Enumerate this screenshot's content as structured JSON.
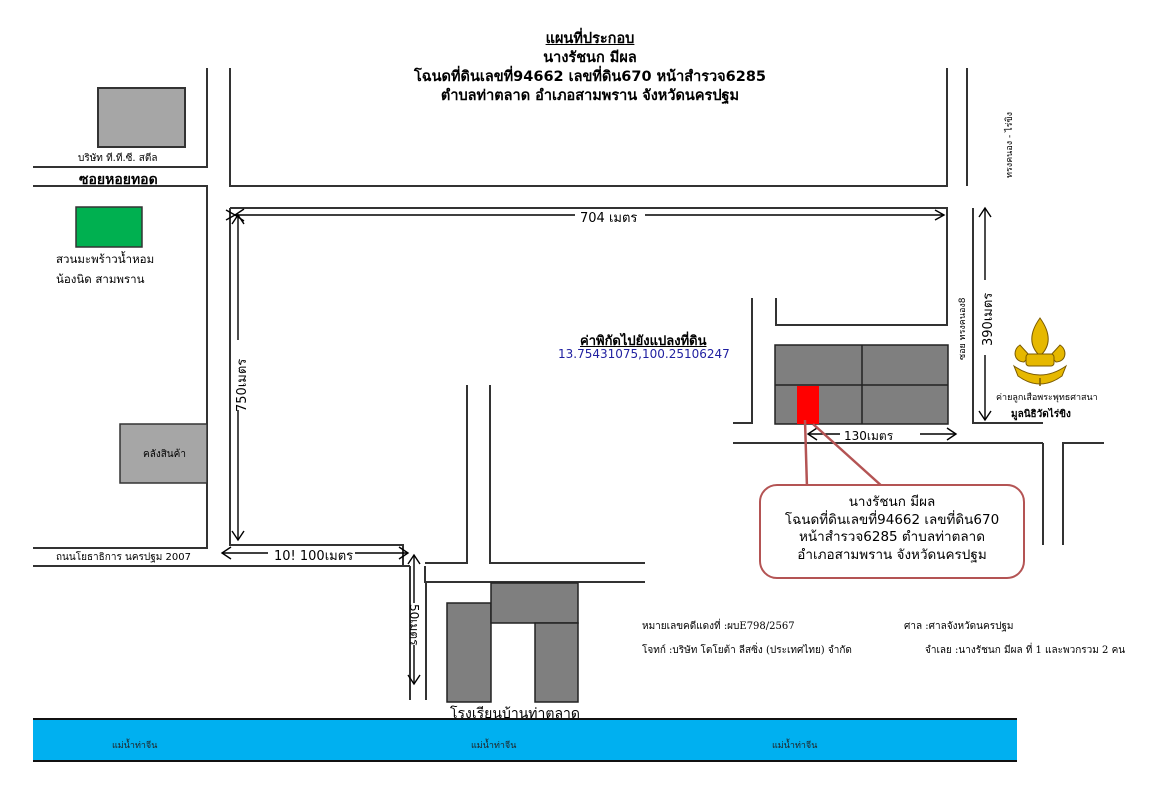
{
  "title": {
    "heading": "แผนที่ประกอบ",
    "owner": "นางรัชนก มีผล",
    "deed_line": "โฉนดที่ดินเลขที่94662 เลขที่ดิน670 หน้าสำรวจ6285",
    "location_line": "ตำบลท่าตลาด อำเภอสามพราน จังหวัดนครปฐม"
  },
  "landmarks": {
    "ttc_steel": "บริษัท ที.ที.ซี. สตีล",
    "soi_hoi_thot": "ซอยหอยทอด",
    "coconut_garden_line1": "สวนมะพร้าวน้ำหอม",
    "coconut_garden_line2": "น้องนิด สามพราน",
    "warehouse": "คลังสินค้า",
    "road_yothathikan": "ถนนโยธาธิการ นครปฐม 2007",
    "school": "โรงเรียนบ้านท่าตลาด",
    "road_songkhanong_raikhing": "ทรงคนอง - ไร่ขิง",
    "soi_songkhanong8": "ซอย ทรงคนอง8",
    "scout_camp": "ค่ายลูกเสือพระพุทธศาสนา",
    "foundation": "มูลนิธิวัดไร่ขิง"
  },
  "distances": {
    "d704": "704 เมตร",
    "d750": "750เมตร",
    "d100": "10! 100เมตร",
    "d50": "50เมตร",
    "d390": "390เมตร",
    "d130": "130เมตร"
  },
  "coordinates": {
    "label": "ค่าพิกัดไปยังแปลงที่ดิน",
    "value": "13.75431075,100.25106247"
  },
  "callout": {
    "line1": "นางรัชนก มีผล",
    "line2": "โฉนดที่ดินเลขที่94662 เลขที่ดิน670",
    "line3": "หน้าสำรวจ6285 ตำบลท่าตลาด",
    "line4": "อำเภอสามพราน จังหวัดนครปฐม"
  },
  "case_info": {
    "case_number": "หมายเลขคดีแดงที่ :ผบE798/2567",
    "plaintiff": "โจทก์ :บริษัท โตโยต้า ลีสซิ่ง (ประเทศไทย) จำกัด",
    "court": "ศาล :ศาลจังหวัดนครปฐม",
    "defendant": "จำเลย :นางรัชนก มีผล ที่ 1 และพวกรวม 2 คน"
  },
  "river": {
    "labels": [
      "แม่น้ำท่าจีน",
      "แม่น้ำท่าจีน",
      "แม่น้ำท่าจีน"
    ]
  },
  "colors": {
    "road_line": "#333333",
    "building_gray": "#7f7f7f",
    "light_gray": "#a6a6a6",
    "garden_green": "#00b050",
    "target_red": "#ff0000",
    "callout_border": "#b45454",
    "coord_blue": "#1f1fa0",
    "river_blue": "#00b0f0",
    "emblem_gold": "#e6b800"
  }
}
